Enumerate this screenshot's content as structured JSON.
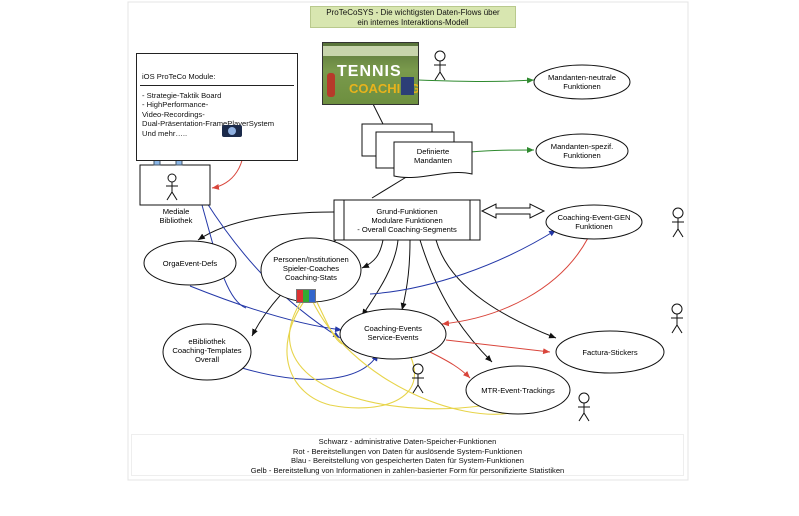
{
  "header": {
    "title_line1": "ProTeCoSYS - Die wichtigsten Daten-Flows über",
    "title_line2": "ein internes Interaktions-Modell"
  },
  "module_panel": {
    "heading": "iOS ProTeCo Module:",
    "lines": [
      "- Strategie-Taktik Board",
      "- HighPerformance-",
      "Video-Recordings-",
      "Dual-Präsentation-FramePlayerSystem",
      "Und mehr….."
    ]
  },
  "book_cover": {
    "word1": "TENNIS",
    "word2": "COACHING"
  },
  "nodes": {
    "neutral": {
      "line1": "Mandanten-neutrale",
      "line2": "Funktionen"
    },
    "specific": {
      "line1": "Mandanten-spezif.",
      "line2": "Funktionen"
    },
    "mandanten": {
      "line1": "Definierte",
      "line2": "Mandanten"
    },
    "mediale": {
      "line1": "Mediale",
      "line2": "Bibliothek"
    },
    "grund": {
      "line1": "Grund-Funktionen",
      "line2": "Modulare Funktionen",
      "line3": "- Overall Coaching-Segments"
    },
    "gen": {
      "line1": "Coaching-Event-GEN",
      "line2": "Funktionen"
    },
    "orga": {
      "line1": "OrgaEvent-Defs"
    },
    "personen": {
      "line1": "Personen/Institutionen",
      "line2": "Spieler-Coaches",
      "line3": "Coaching-Stats"
    },
    "ebib": {
      "line1": "eBibliothek",
      "line2": "Coaching-Templates",
      "line3": "Overall"
    },
    "events": {
      "line1": "Coaching-Events",
      "line2": "Service-Events"
    },
    "factura": {
      "line1": "Factura-Stickers"
    },
    "mtr": {
      "line1": "MTR-Event-Trackings"
    }
  },
  "legend": {
    "lines": [
      "Schwarz - administrative Daten-Speicher-Funktionen",
      "Rot - Bereitstellungen von Daten für auslösende System-Funktionen",
      "Blau - Bereitstellung von gespeicherten Daten für System-Funktionen",
      "Gelb - Bereitstellung von Informationen in zahlen-basierter Form für personifizierte Statistiken"
    ]
  },
  "colors": {
    "black": "#111111",
    "red": "#d9453b",
    "blue": "#2438a8",
    "yellow": "#e7d44a",
    "green": "#2f8a2f",
    "title_bg": "#d8e6b0"
  }
}
